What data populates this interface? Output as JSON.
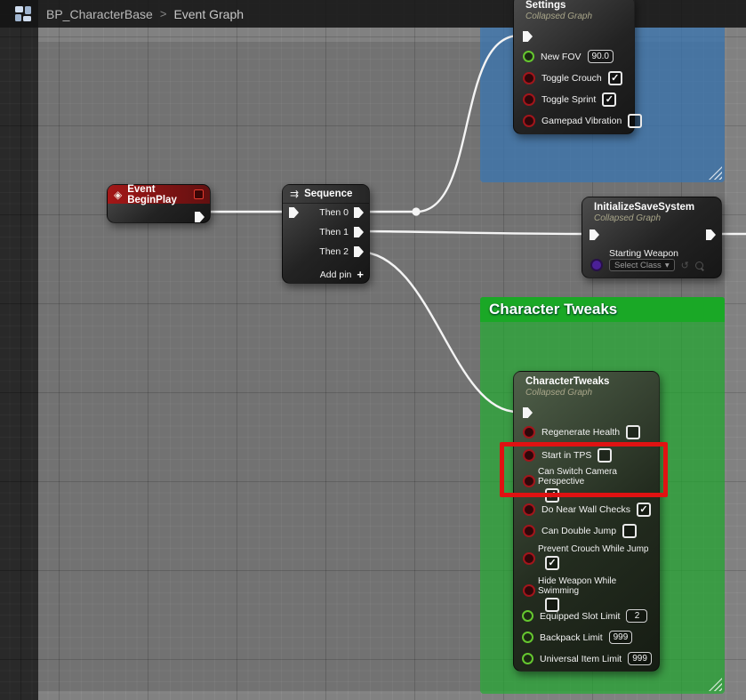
{
  "breadcrumb": {
    "blueprint": "BP_CharacterBase",
    "separator": ">",
    "page": "Event Graph"
  },
  "icons": {
    "app": "blueprint-tiles-icon",
    "event": "◈",
    "sequence": "⇉",
    "add": "+",
    "caret": "▾",
    "reset": "↺",
    "check": "✓"
  },
  "colors": {
    "comment_blue": "rgba(58,118,178,0.75)",
    "comment_green_header": "#1aa826",
    "event_header_red": "#a31717",
    "highlight_red": "#e01212",
    "wire_white": "#f4f4f4",
    "pin_bool_red": "#a2151b",
    "pin_num_green": "#65c72f",
    "pin_class_purple": "#4b2097"
  },
  "comments": {
    "character_tweaks": {
      "title": "Character Tweaks"
    }
  },
  "nodes": {
    "settings": {
      "title": "Settings",
      "subtitle": "Collapsed Graph",
      "pins": [
        {
          "label": "New FOV",
          "type": "float",
          "value": "90.0"
        },
        {
          "label": "Toggle Crouch",
          "type": "bool",
          "checked": true,
          "check": "✓"
        },
        {
          "label": "Toggle Sprint",
          "type": "bool",
          "checked": true,
          "check": "✓"
        },
        {
          "label": "Gamepad Vibration",
          "type": "bool",
          "checked": false,
          "check": ""
        }
      ]
    },
    "event_begin_play": {
      "title": "Event BeginPlay"
    },
    "sequence": {
      "title": "Sequence",
      "outputs": [
        {
          "label": "Then 0"
        },
        {
          "label": "Then 1"
        },
        {
          "label": "Then 2"
        }
      ],
      "add_pin_label": "Add pin"
    },
    "initialize_save_system": {
      "title": "InitializeSaveSystem",
      "subtitle": "Collapsed Graph",
      "pins": [
        {
          "label": "Starting Weapon",
          "type": "class",
          "selector": "Select Class"
        }
      ]
    },
    "character_tweaks": {
      "title": "CharacterTweaks",
      "subtitle": "Collapsed Graph",
      "pins": [
        {
          "label": "Regenerate Health",
          "type": "bool",
          "checked": false,
          "check": ""
        },
        {
          "label": "Start in TPS",
          "type": "bool",
          "checked": false,
          "check": ""
        },
        {
          "label": "Can Switch Camera Perspective",
          "type": "bool",
          "checked": true,
          "check": "✓"
        },
        {
          "label": "Do Near Wall Checks",
          "type": "bool",
          "checked": true,
          "check": "✓"
        },
        {
          "label": "Can Double Jump",
          "type": "bool",
          "checked": false,
          "check": ""
        },
        {
          "label": "Prevent Crouch While Jump",
          "type": "bool",
          "checked": true,
          "check": "✓"
        },
        {
          "label": "Hide Weapon While Swimming",
          "type": "bool",
          "checked": false,
          "check": ""
        },
        {
          "label": "Equipped Slot Limit",
          "type": "int",
          "value": "2"
        },
        {
          "label": "Backpack Limit",
          "type": "int",
          "value": "999"
        },
        {
          "label": "Universal Item Limit",
          "type": "int",
          "value": "999"
        }
      ]
    }
  }
}
